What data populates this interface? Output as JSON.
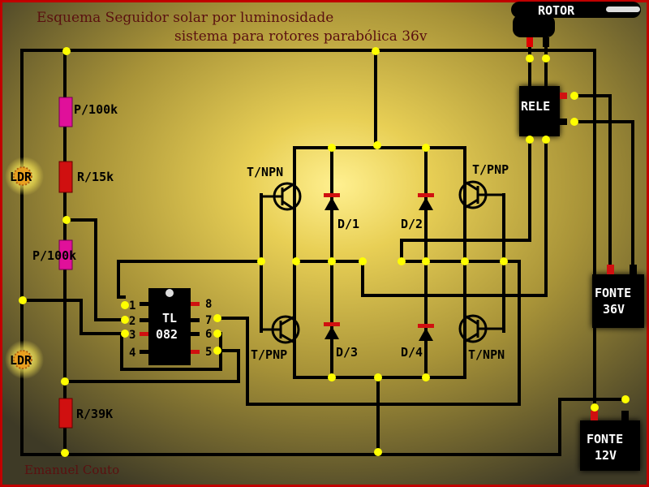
{
  "header": {
    "title_line1": "Esquema Seguidor solar por luminosidade",
    "title_line2": "sistema para rotores parabólica 36v"
  },
  "author": "Emanuel Couto",
  "labels": {
    "rotor": "ROTOR",
    "rele": "RELE",
    "fonte36_line1": "FONTE",
    "fonte36_line2": "36V",
    "fonte12_line1": "FONTE",
    "fonte12_line2": "12V",
    "ic_line1": "TL",
    "ic_line2": "082",
    "ldr_top": "LDR",
    "ldr_bottom": "LDR",
    "pot_top": "P/100k",
    "res_15k": "R/15k",
    "pot_mid": "P/100k",
    "res_39k": "R/39K",
    "t_npn_top": "T/NPN",
    "t_pnp_top": "T/PNP",
    "t_pnp_bottom": "T/PNP",
    "t_npn_bottom": "T/NPN",
    "d1": "D/1",
    "d2": "D/2",
    "d3": "D/3",
    "d4": "D/4",
    "pin1": "1",
    "pin2": "2",
    "pin3": "3",
    "pin4": "4",
    "pin5": "5",
    "pin6": "6",
    "pin7": "7",
    "pin8": "8"
  },
  "colors": {
    "frame": "#c00000",
    "wire": "#000000",
    "node": "#ffff00",
    "resistor": "#d01010",
    "potentiometer": "#e0109a",
    "glow_center": "#ffea6a",
    "glow_edge": "#5a4f2a",
    "title_text": "#5a1010",
    "label_text": "#000000",
    "box_text": "#ffffff"
  }
}
